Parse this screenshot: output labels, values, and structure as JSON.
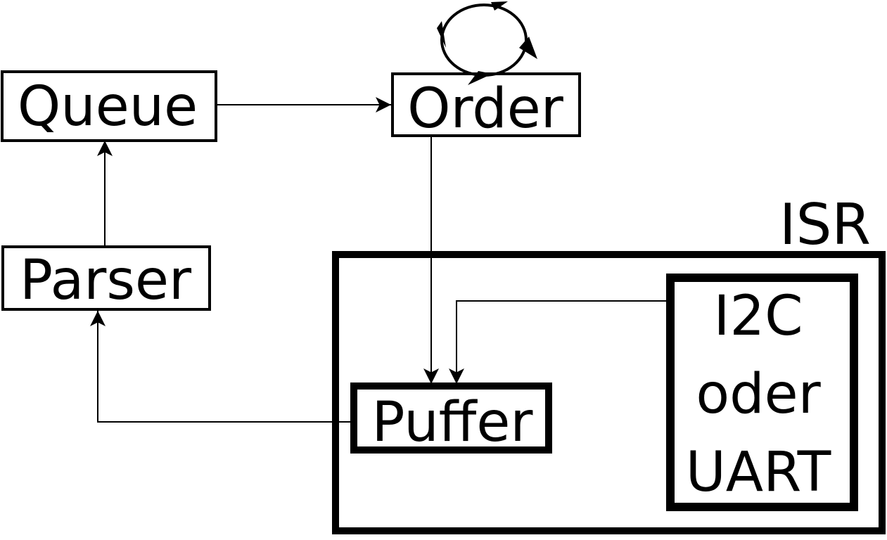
{
  "nodes": {
    "queue": {
      "label": "Queue"
    },
    "order": {
      "label": "Order"
    },
    "parser": {
      "label": "Parser"
    },
    "isr": {
      "label": "ISR"
    },
    "puffer": {
      "label": "Puffer"
    },
    "i2c_uart": {
      "line1": "I2C",
      "line2": "oder",
      "line3": "UART"
    }
  },
  "colors": {
    "stroke": "#000000",
    "background": "#ffffff"
  }
}
